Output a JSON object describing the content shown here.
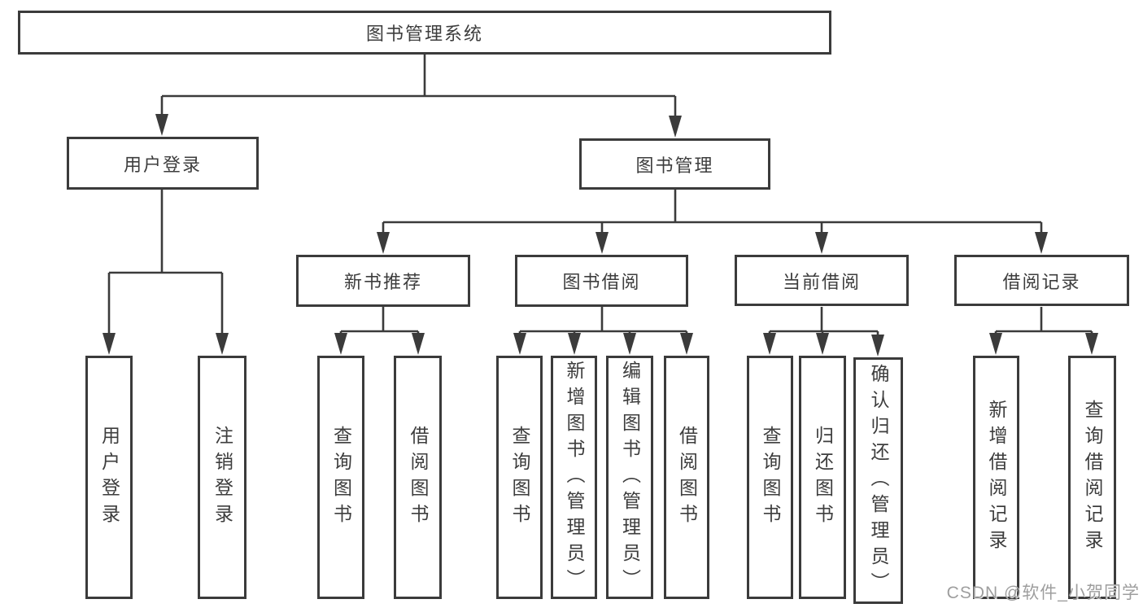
{
  "colors": {
    "line": "#3b3b3b",
    "text": "#3d3d3d",
    "background": "#ffffff",
    "watermark": "#9e9e9e"
  },
  "diagram": {
    "root": {
      "label": "图书管理系统"
    },
    "branches": [
      {
        "label": "用户登录",
        "children": [
          {
            "label": "用户登录"
          },
          {
            "label": "注销登录"
          }
        ]
      },
      {
        "label": "图书管理",
        "children": [
          {
            "label": "新书推荐",
            "children": [
              {
                "label": "查询图书"
              },
              {
                "label": "借阅图书"
              }
            ]
          },
          {
            "label": "图书借阅",
            "children": [
              {
                "label": "查询图书"
              },
              {
                "label": "新增图书（管理员）"
              },
              {
                "label": "编辑图书（管理员）"
              },
              {
                "label": "借阅图书"
              }
            ]
          },
          {
            "label": "当前借阅",
            "children": [
              {
                "label": "查询图书"
              },
              {
                "label": "归还图书"
              },
              {
                "label": "确认归还（管理员）"
              }
            ]
          },
          {
            "label": "借阅记录",
            "children": [
              {
                "label": "新增借阅记录"
              },
              {
                "label": "查询借阅记录"
              }
            ]
          }
        ]
      }
    ]
  },
  "watermark": {
    "text": "CSDN @软件_小贺同学"
  }
}
